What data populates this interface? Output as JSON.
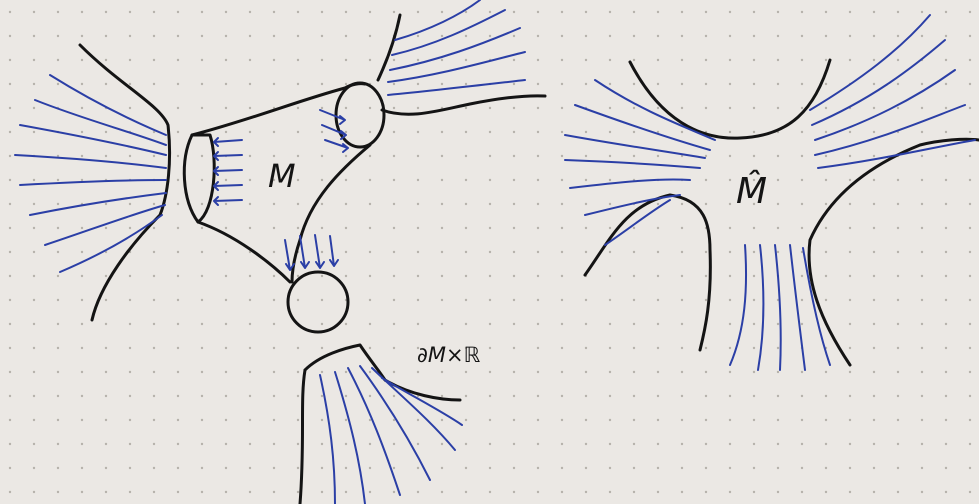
{
  "labels": {
    "m": "M",
    "m_hat": "M̂",
    "boundary_product": "∂M×ℝ"
  },
  "colors": {
    "paper": "#ebe8e4",
    "grid_dot": "#b6b2ab",
    "ink": "#141414",
    "field_lines": "#2b3fa6"
  }
}
